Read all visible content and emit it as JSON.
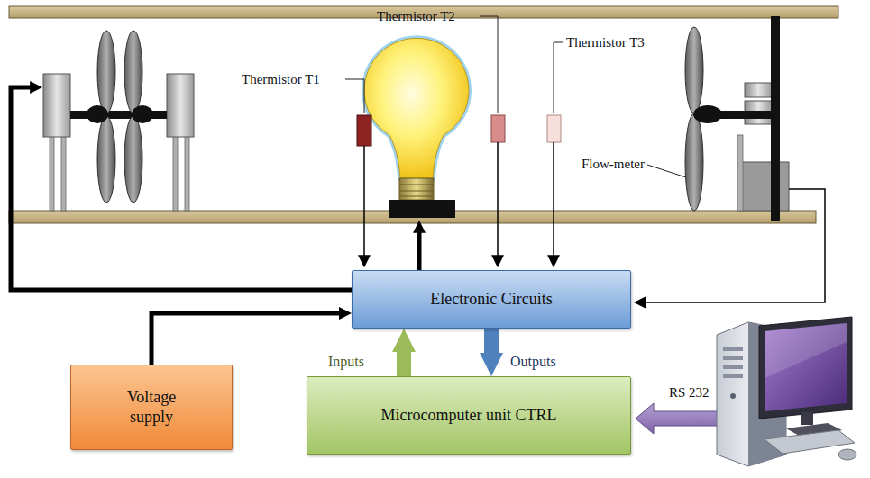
{
  "diagram": {
    "nodes": [
      {
        "text": [
          "Electronic Circuits"
        ]
      },
      {
        "text": [
          "Voltage supply"
        ]
      },
      {
        "text": [
          "Microcomputer unit CTRL"
        ]
      }
    ],
    "edges": [
      {
        "from": 1,
        "to": 0,
        "arrow": "to"
      },
      {
        "from": 2,
        "to": 0,
        "label": "Inputs",
        "arrow": "to"
      },
      {
        "from": 0,
        "to": 2,
        "label": "Outputs",
        "arrow": "to"
      }
    ],
    "labels": [
      "Thermistor T1",
      "Thermistor T2",
      "Thermistor T3",
      "Flow-meter",
      "RS 232"
    ]
  }
}
